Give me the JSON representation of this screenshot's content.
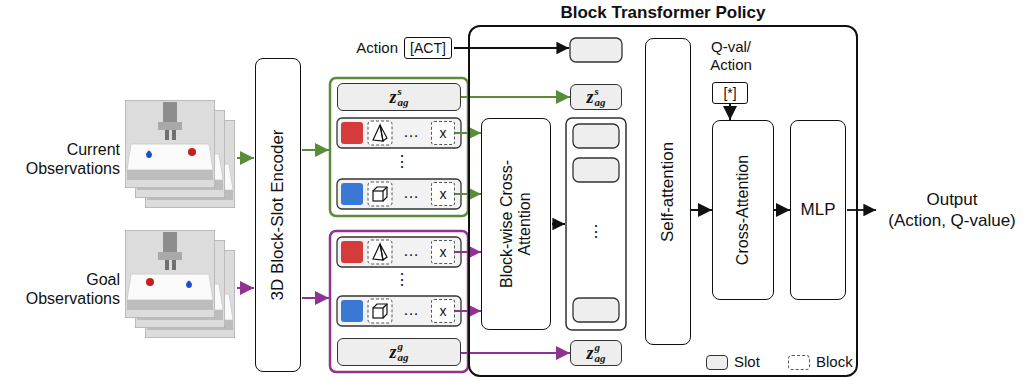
{
  "diagram": {
    "nodes": [
      {
        "text": [
          "Block Transformer Policy"
        ]
      },
      {
        "text": [
          "3D Block-Slot Encoder"
        ]
      },
      {
        "text": [
          "[ACT]"
        ]
      },
      {
        "text": [
          "z",
          "s",
          "ag"
        ]
      },
      {
        "text": [
          "x"
        ]
      },
      {
        "text": [
          "x"
        ]
      },
      {
        "text": [
          "x"
        ]
      },
      {
        "text": [
          "x"
        ]
      },
      {
        "text": [
          "z",
          "g",
          "ag"
        ]
      },
      {
        "text": [
          "z",
          "s",
          "ag"
        ],
        "in": 0
      },
      {
        "text": [
          "Block-wise Cross-Attention"
        ],
        "in": 0
      },
      {
        "text": [
          "z",
          "g",
          "ag"
        ],
        "in": 0
      },
      {
        "text": [
          "Self-attention"
        ],
        "in": 0
      },
      {
        "text": [
          "[*]"
        ],
        "in": 0
      },
      {
        "text": [
          "Cross-Attention"
        ],
        "in": 0
      },
      {
        "text": [
          "MLP"
        ],
        "in": 0
      }
    ],
    "edges": [
      {
        "from": 3,
        "to": 9,
        "arrow": "to"
      },
      {
        "from": 4,
        "to": 10,
        "arrow": "to"
      },
      {
        "from": 5,
        "to": 10,
        "arrow": "to"
      },
      {
        "from": 6,
        "to": 10,
        "arrow": "to"
      },
      {
        "from": 7,
        "to": 10,
        "arrow": "to"
      },
      {
        "from": 8,
        "to": 11,
        "arrow": "to"
      },
      {
        "from": 12,
        "to": 14,
        "arrow": "to"
      },
      {
        "from": 13,
        "to": 14,
        "arrow": "to"
      },
      {
        "from": 14,
        "to": 15,
        "arrow": "to"
      }
    ],
    "labels": [
      "Current Observations",
      "Goal Observations",
      "Action",
      "…",
      "…",
      "⋮",
      "…",
      "…",
      "⋮",
      "⋮",
      "Q-val/ Action",
      "Output",
      "(Action, Q-value)"
    ],
    "legend": [
      {
        "text": "Slot"
      },
      {
        "text": "Block"
      }
    ]
  }
}
